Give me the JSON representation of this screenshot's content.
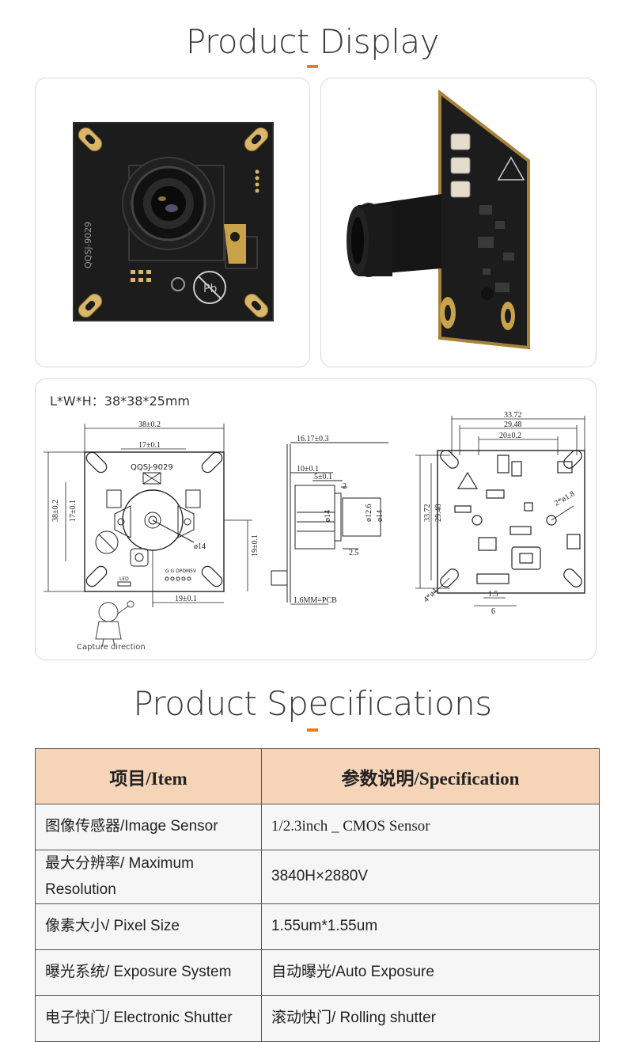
{
  "display": {
    "title": "Product Display",
    "board_marking": "QQSJ-9029",
    "dimensions_label": "L*W*H：38*38*25mm"
  },
  "drawing": {
    "front": {
      "width_dim": "38±0.2",
      "inner_dim": "17±0.1",
      "height_dim": "38±0.2",
      "left_dim": "17±0.1",
      "right_dim": "19±0.1",
      "bottom_dim": "19±0.1",
      "lens_dia": "ø14",
      "chip_label": "QQSJ-9029",
      "pin_label": "G G DPDM5V",
      "led_label": "LED"
    },
    "side": {
      "top_dim": "16.17±0.3",
      "dim_10": "10±0.1",
      "dim_5": "5±0.1",
      "dim_2": "2",
      "dia_14a": "ø14",
      "dia_126": "ø12.6",
      "dia_14b": "ø14",
      "dim_25": "2.5",
      "pcb_label": "1.6MM=PCB"
    },
    "back": {
      "top_dim_1": "33.72",
      "top_dim_2": "29.48",
      "top_dim_3": "20±0.2",
      "left_dim_1": "33.72",
      "left_dim_2": "29.48",
      "hole_small": "2*ø1.8",
      "hole_large": "4*ø4",
      "bottom_dim_1": "1.5",
      "bottom_dim_2": "6"
    },
    "capture_label": "Capture direction"
  },
  "specs": {
    "title": "Product Specifications",
    "headers": [
      "项目/Item",
      "参数说明/Specification"
    ],
    "rows": [
      {
        "item": "图像传感器/Image Sensor",
        "value": "1/2.3inch _ CMOS Sensor"
      },
      {
        "item": "最大分辨率/ Maximum Resolution",
        "value": "3840H×2880V"
      },
      {
        "item": "像素大小/ Pixel Size",
        "value": "1.55um*1.55um"
      },
      {
        "item": "曝光系统/ Exposure System",
        "value": "自动曝光/Auto Exposure"
      },
      {
        "item": "电子快门/ Electronic Shutter",
        "value": "滚动快门/ Rolling shutter"
      },
      {
        "item": "",
        "value": ""
      }
    ]
  },
  "colors": {
    "accent": "#ee7a1f",
    "header_bg": "#f5d4b8",
    "pcb": "#1a1a1a",
    "gold": "#c9a24a"
  }
}
